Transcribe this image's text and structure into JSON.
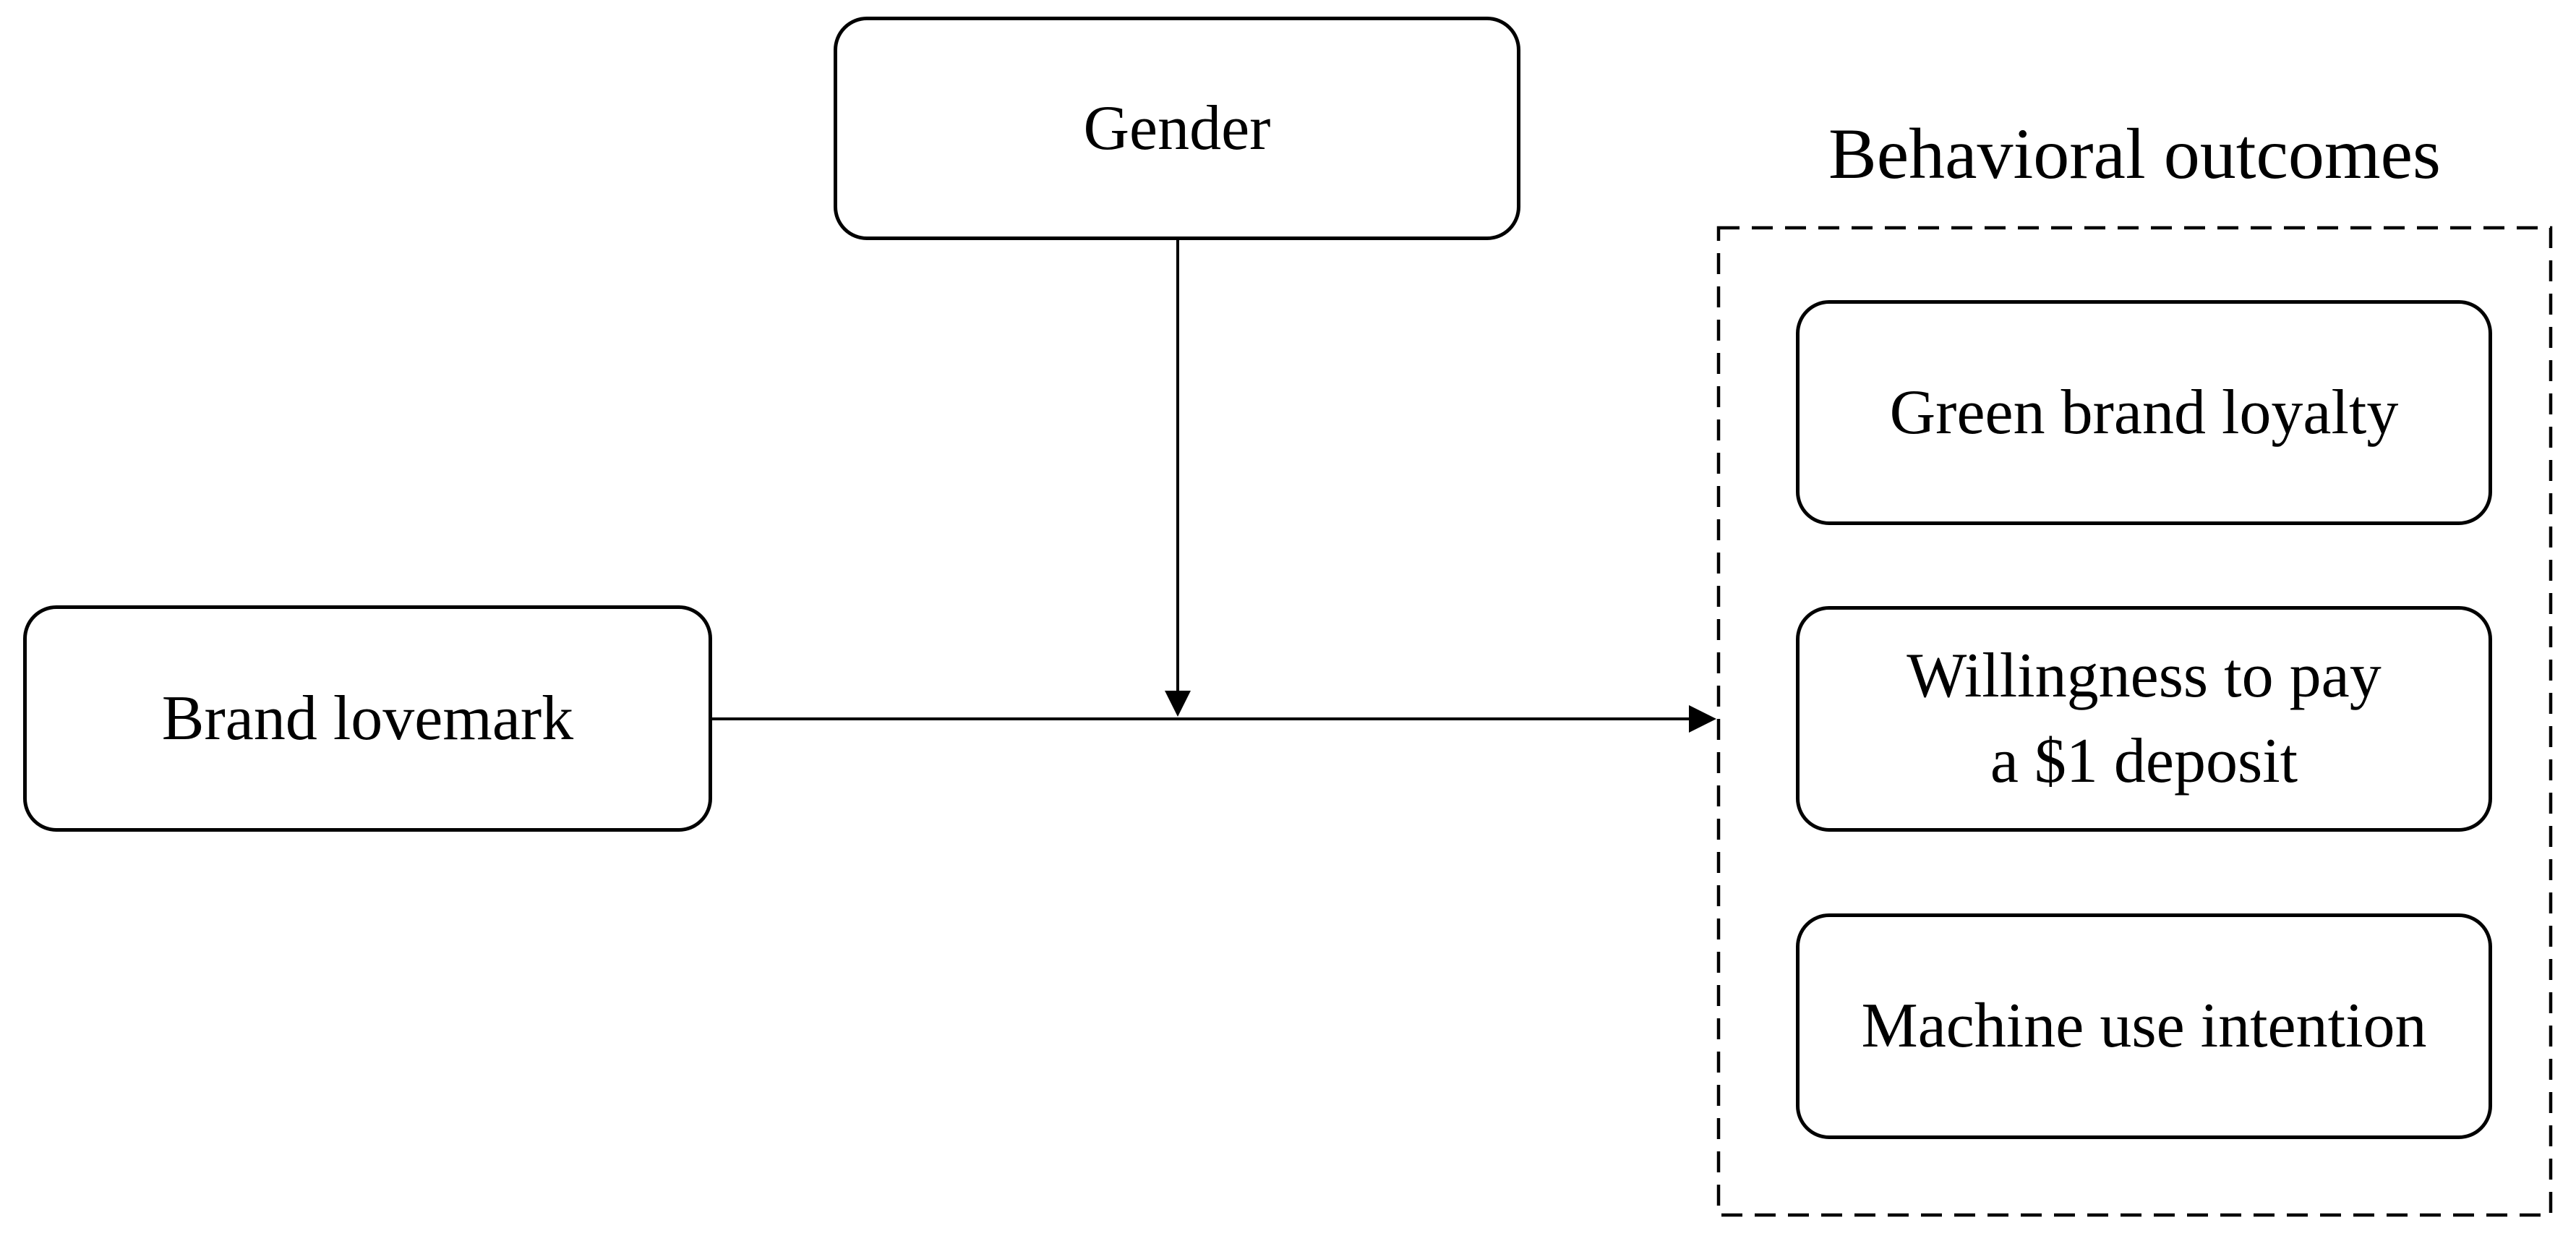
{
  "diagram": {
    "title": "Behavioral outcomes",
    "nodes": {
      "gender": {
        "label": "Gender",
        "role": "moderator"
      },
      "brand_lovemark": {
        "label": "Brand lovemark",
        "role": "independent-variable"
      }
    },
    "outcomes": [
      {
        "label": "Green brand loyalty",
        "lines": [
          "Green brand loyalty"
        ]
      },
      {
        "label": "Willingness to pay a $1 deposit",
        "lines": [
          "Willingness to pay",
          "a $1 deposit"
        ]
      },
      {
        "label": "Machine use intention",
        "lines": [
          "Machine use intention"
        ]
      }
    ],
    "edges": [
      {
        "from": "brand_lovemark",
        "to": "behavioral_outcomes",
        "style": "solid-arrow"
      },
      {
        "from": "gender",
        "to": "edge-brand_lovemark-behavioral_outcomes",
        "style": "solid-arrow",
        "meaning": "moderation"
      }
    ],
    "colors": {
      "line": "#000000",
      "text": "#000000",
      "background": "#ffffff"
    }
  }
}
